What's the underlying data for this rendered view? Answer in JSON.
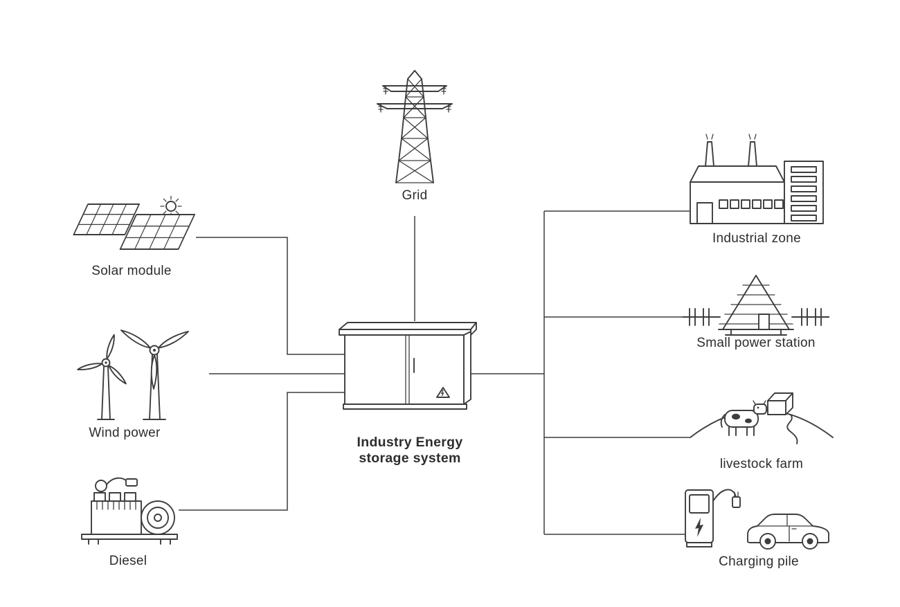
{
  "diagram": {
    "grid": {
      "label": "Grid",
      "icon": "transmission-tower-icon"
    },
    "center": {
      "label_line1": "Industry Energy",
      "label_line2": "storage system",
      "icon": "storage-container-icon"
    },
    "sources": [
      {
        "label": "Solar module",
        "icon": "solar-panel-icon"
      },
      {
        "label": "Wind power",
        "icon": "wind-turbine-icon"
      },
      {
        "label": "Diesel",
        "icon": "diesel-generator-icon"
      }
    ],
    "loads": [
      {
        "label": "Industrial zone",
        "icon": "factory-icon"
      },
      {
        "label": "Small power station",
        "icon": "power-station-icon"
      },
      {
        "label": "livestock farm",
        "icon": "cow-farm-icon"
      },
      {
        "label": "Charging pile",
        "icon": "ev-charger-icon"
      }
    ],
    "colors": {
      "line": "#3d3d3d",
      "background": "#ffffff"
    }
  }
}
